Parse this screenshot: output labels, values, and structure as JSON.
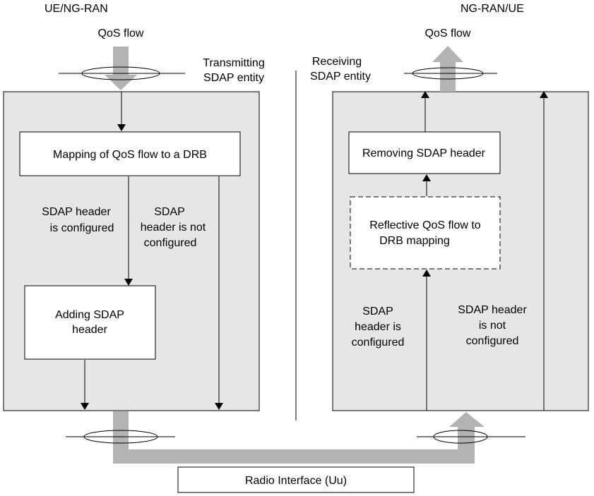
{
  "left_side": {
    "title": "UE/NG-RAN",
    "flow_label": "QoS flow",
    "entity_label": [
      "Transmitting",
      "SDAP  entity"
    ],
    "mapping_box": "Mapping of QoS flow to a DRB",
    "configured_label": [
      "SDAP header",
      "is configured"
    ],
    "not_configured_label": [
      "SDAP",
      "header is not",
      "configured"
    ],
    "adding_box": [
      "Adding SDAP",
      "header"
    ]
  },
  "right_side": {
    "title": "NG-RAN/UE",
    "flow_label": "QoS flow",
    "entity_label": [
      "Receiving",
      "SDAP  entity"
    ],
    "removing_box": "Removing SDAP header",
    "reflective_box": [
      "Reflective QoS flow to",
      "DRB mapping"
    ],
    "configured_label": [
      "SDAP",
      "header is",
      "configured"
    ],
    "not_configured_label": [
      "SDAP header",
      "is not",
      "configured"
    ]
  },
  "radio_interface": "Radio Interface (Uu)",
  "colors": {
    "entity_fill": "#e6e6e6",
    "flow_arrow": "#b3b3b3",
    "line": "#000000"
  }
}
